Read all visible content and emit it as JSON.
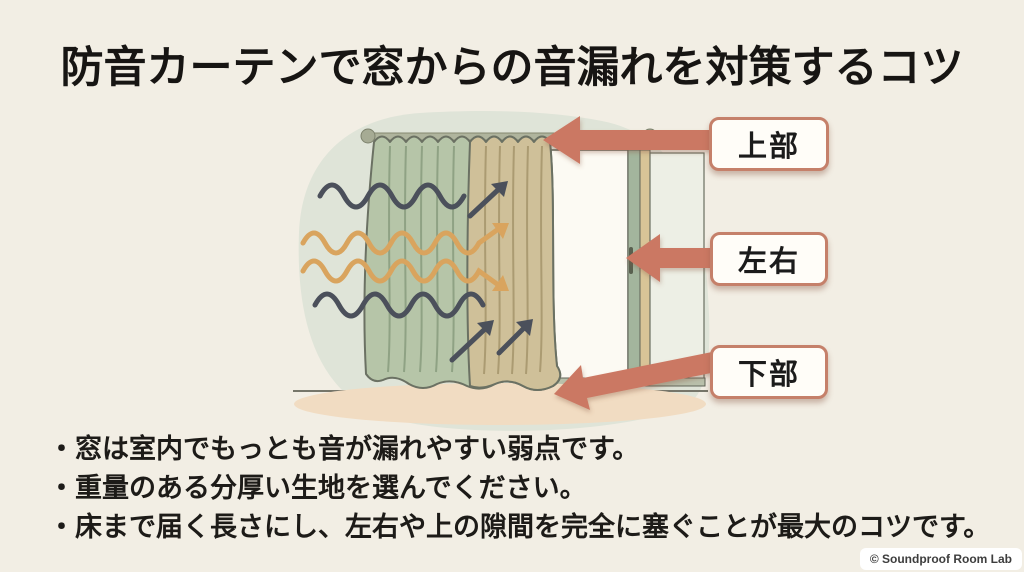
{
  "title": {
    "text": "防音カーテンで窓からの音漏れを対策するコツ"
  },
  "diagram": {
    "labels": [
      {
        "id": "top",
        "text": "上部"
      },
      {
        "id": "sides",
        "text": "左右"
      },
      {
        "id": "bottom",
        "text": "下部"
      }
    ],
    "icons": [
      "curtain-rod-icon",
      "curtain-icon",
      "window-icon",
      "sound-wave-dark-icon",
      "sound-wave-orange-icon",
      "leak-arrow-icon",
      "callout-arrow-icon",
      "floor-shadow-icon"
    ],
    "colors": {
      "background": "#f2eee4",
      "blob": "#dfe4d8",
      "curtain_green": "#b6c5a8",
      "curtain_tan": "#cfc099",
      "wave_dark": "#4b505b",
      "wave_orange": "#d9a45e",
      "arrow_salmon": "#cb7863",
      "label_border": "#c5806a",
      "floor_shadow": "#f1dcc2"
    }
  },
  "notes": {
    "bullet_char": "・",
    "items": [
      "窓は室内でもっとも音が漏れやすい弱点です。",
      "重量のある分厚い生地を選んでください。",
      "床まで届く長さにし、左右や上の隙間を完全に塞ぐことが最大のコツです。"
    ]
  },
  "footer": {
    "copyright": "© Soundproof Room Lab"
  }
}
